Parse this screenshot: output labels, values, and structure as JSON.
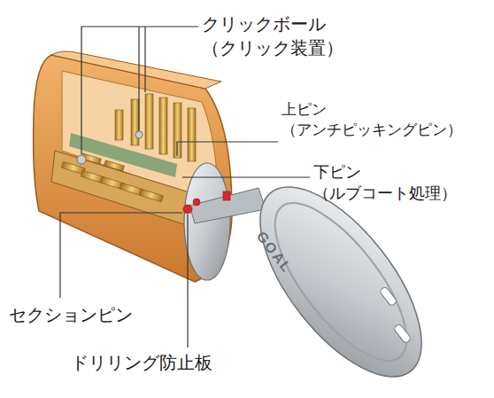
{
  "diagram": {
    "labels": [
      "クリックボール （クリック装置）",
      "上ピン （アンチピッキングピン）",
      "下ピン （ルブコート処理）",
      "セクションピン",
      "ドリリング防止板",
      "GOAL"
    ]
  }
}
